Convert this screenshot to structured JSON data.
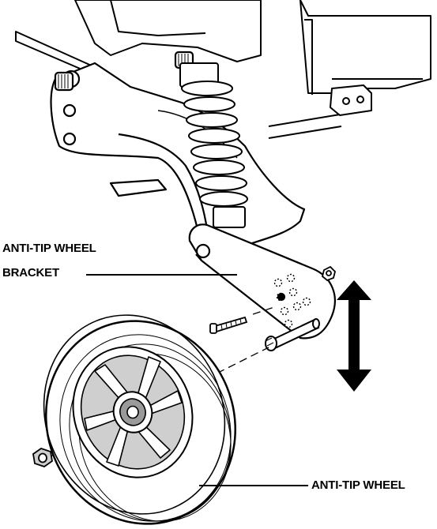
{
  "callouts": {
    "bracket_line1": "ANTI-TIP WHEEL",
    "bracket_line2": "BRACKET",
    "wheel": "ANTI-TIP WHEEL"
  },
  "colors": {
    "ink": "#000000",
    "paper": "#ffffff",
    "shade": "#cfcfcf",
    "shade_dark": "#9a9a9a"
  },
  "icons": {
    "motion_indicator": "double-headed-vertical-arrow-icon"
  }
}
